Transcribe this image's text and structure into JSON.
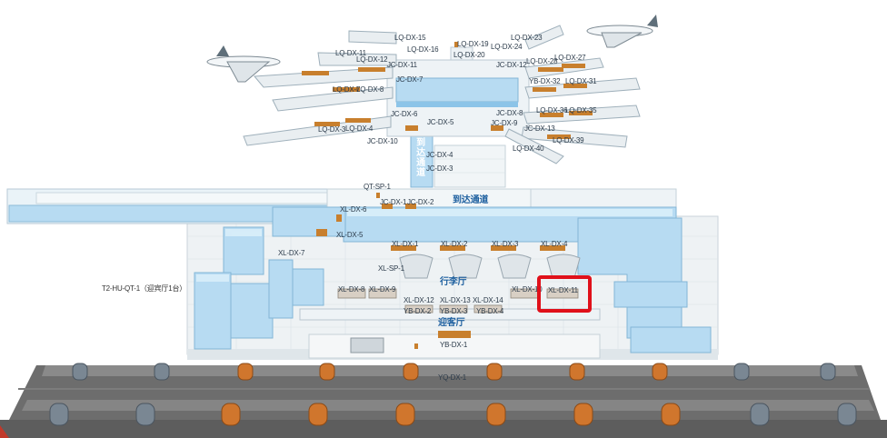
{
  "map_title": "",
  "highlighted_id": "XL-DX-11",
  "colors": {
    "glass": "#b7dbf2",
    "glass_dark": "#8cc4e8",
    "counter": "#c87f2d",
    "road": "#6e6e6e",
    "floor": "#eef2f4",
    "highlight": "#e0101a",
    "label_blue": "#1d5f9f"
  },
  "labels": {
    "lq_dx_15": "LQ-DX-15",
    "lq_dx_16": "LQ-DX-16",
    "lq_dx_19": "LQ-DX-19",
    "lq_dx_20": "LQ-DX-20",
    "lq_dx_23": "LQ-DX-23",
    "lq_dx_24": "LQ-DX-24",
    "lq_dx_11": "LQ-DX-11",
    "lq_dx_12": "LQ-DX-12",
    "jc_dx_11": "JC-DX-11",
    "jc_dx_12": "JC-DX-12",
    "lq_dx_28": "LQ-DX-28",
    "lq_dx_27": "LQ-DX-27",
    "lq_dx_7": "LQ-DX-7",
    "lq_dx_8": "LQ-DX-8",
    "jc_dx_7": "JC-DX-7",
    "yb_dx_32": "YB-DX-32",
    "lq_dx_31": "LQ-DX-31",
    "jc_dx_6": "JC-DX-6",
    "lq_dx_36": "LQ-DX-36",
    "lq_dx_35": "LQ-DX-35",
    "jc_dx_8": "JC-DX-8",
    "jc_dx_5": "JC-DX-5",
    "jc_dx_9": "JC-DX-9",
    "lq_dx_3": "LQ-DX-3",
    "lq_dx_4": "LQ-DX-4",
    "jc_dx_13": "JC-DX-13",
    "jc_dx_10": "JC-DX-10",
    "lq_dx_39": "LQ-DX-39",
    "lq_dx_40": "LQ-DX-40",
    "arrival_passage_vertical": "到达通道",
    "jc_dx_4": "JC-DX-4",
    "jc_dx_3": "JC-DX-3",
    "qt_sp_1": "QT-SP-1",
    "jc_dx_1": "JC-DX-1",
    "jc_dx_2": "JC-DX-2",
    "arrival_passage": "到达通道",
    "xl_dx_6": "XL-DX-6",
    "xl_dx_5": "XL-DX-5",
    "xl_dx_7": "XL-DX-7",
    "xl_dx_1": "XL-DX-1",
    "xl_dx_2": "XL-DX-2",
    "xl_dx_3": "XL-DX-3",
    "xl_dx_4": "XL-DX-4",
    "xl_sp_1": "XL-SP-1",
    "baggage_hall": "行李厅",
    "t2_hu_qt_1": "T2-HU-QT-1（迎宾厅1台）",
    "xl_dx_8": "XL-DX-8",
    "xl_dx_9": "XL-DX-9",
    "xl_dx_10": "XL-DX-10",
    "xl_dx_11": "XL-DX-11",
    "xl_dx_12": "XL-DX-12",
    "xl_dx_13": "XL-DX-13",
    "xl_dx_14": "XL-DX-14",
    "yb_dx_2": "YB-DX-2",
    "yb_dx_3": "YB-DX-3",
    "yb_dx_4": "YB-DX-4",
    "welcome_hall": "迎客厅",
    "yb_dx_1": "YB-DX-1",
    "yq_dx_1": "YQ-DX-1"
  }
}
